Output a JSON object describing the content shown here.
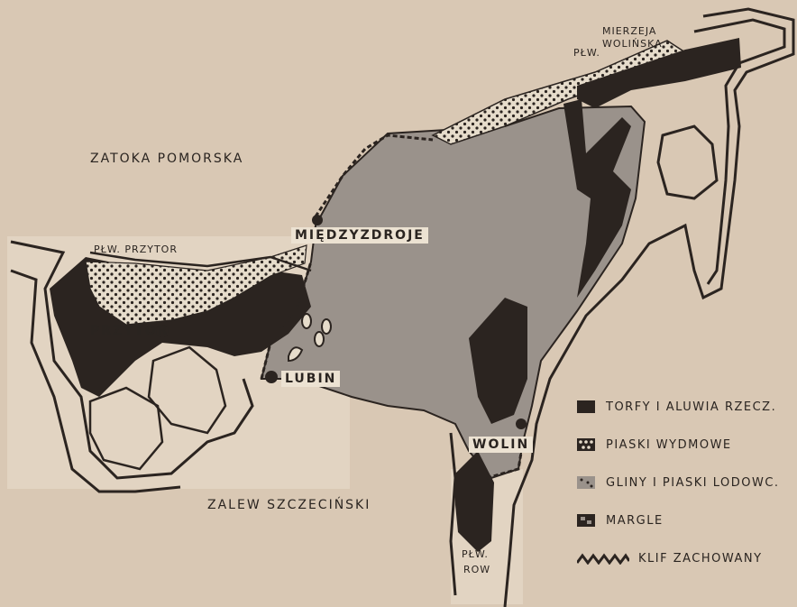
{
  "map": {
    "labels": {
      "bay": "ZATOKA POMORSKA",
      "lagoon": "ZALEW SZCZECIŃSKI",
      "spit_prefix": "PŁW.",
      "spit": "MIERZEJA WOLIŃSKA",
      "przytor_peninsula": "PŁW. PRZYTOR",
      "row_prefix": "PŁW.",
      "row_name": "ROW"
    },
    "places": [
      "MIĘDZYZDROJE",
      "PRZYTOR",
      "LUBIN",
      "WOLIN"
    ]
  },
  "legend": {
    "items": [
      "TORFY I ALUWIA RZECZ.",
      "PIASKI WYDMOWE",
      "GLINY I PIASKI LODOWC.",
      "MARGLE",
      "KLIF ZACHOWANY"
    ]
  },
  "colors": {
    "paper": "#d9c8b4",
    "peat": "#2b2420",
    "till": "#9a928b",
    "sand": "#e6dccb",
    "ink": "#2a2420"
  }
}
